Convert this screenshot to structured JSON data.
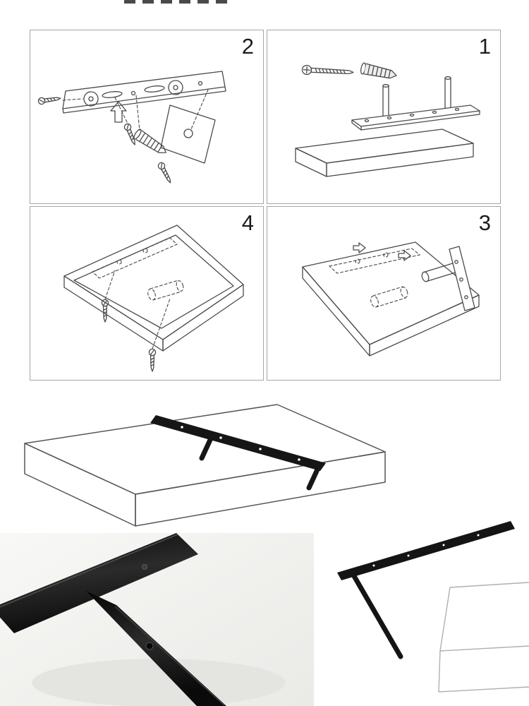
{
  "title": "floating-shelf-mounting-instructions",
  "steps": [
    {
      "number": "2",
      "depicts": "drilling-template-bar-with-screws-wall-plugs-and-up-arrow"
    },
    {
      "number": "1",
      "depicts": "screw-wall-plug-bracket-plate-with-two-rods-above-shelf"
    },
    {
      "number": "4",
      "depicts": "shelf-underside-with-hidden-bracket-outline-and-two-screws"
    },
    {
      "number": "3",
      "depicts": "bracket-rod-sliding-into-shelf-cavity-with-direction-arrows"
    }
  ],
  "figures": [
    {
      "name": "shelf-with-black-wall-bracket-line-drawing"
    },
    {
      "name": "black-bracket-corner-closeup-photo"
    },
    {
      "name": "black-bracket-assembled-side-view"
    },
    {
      "name": "white-shelf-corner-partial"
    }
  ],
  "colors": {
    "page_background": "#ffffff",
    "panel_border": "#a6a6a6",
    "line_art": "#4a4a4a",
    "step_number": "#1c1c1c",
    "bracket_metal": "#141414",
    "photo_background": "#f3f3f1"
  }
}
